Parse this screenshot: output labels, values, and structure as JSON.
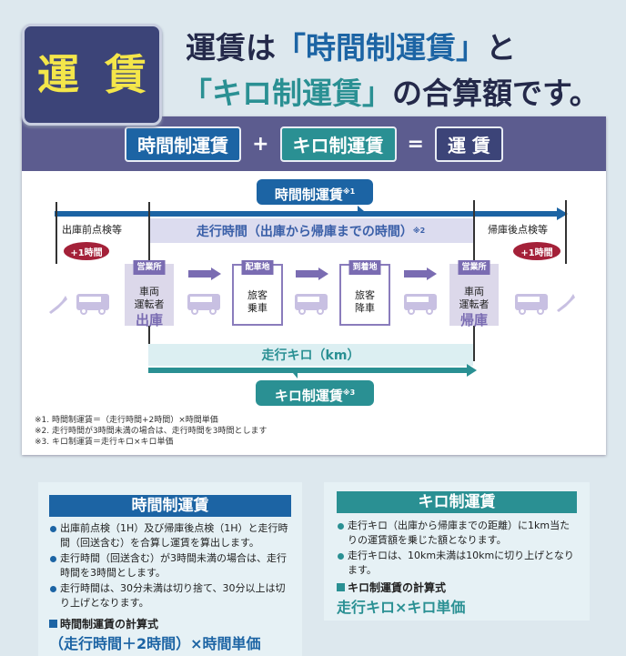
{
  "badge": "運 賃",
  "headline": {
    "l1_a": "運賃は",
    "l1_b": "「時間制運賃」",
    "l1_c": "と",
    "l2_a": "「キロ制運賃」",
    "l2_b": "の合算額です。"
  },
  "equation": {
    "time_fare": "時間制運賃",
    "plus": "+",
    "km_fare": "キロ制運賃",
    "equals": "=",
    "fare": "運 賃"
  },
  "diagram": {
    "time_fare_label": "時間制運賃",
    "time_fare_note": "※1",
    "driving_time": "走行時間（出庫から帰庫までの時間）",
    "driving_time_note": "※2",
    "pre_check": "出庫前点検等",
    "post_check": "帰庫後点検等",
    "plus_hour": "+1時間",
    "boxes": [
      {
        "tag": "営業所",
        "l1": "車両",
        "l2": "運転者",
        "big": "出庫"
      },
      {
        "tag": "配車地",
        "l1": "旅客",
        "l2": "乗車"
      },
      {
        "tag": "到着地",
        "l1": "旅客",
        "l2": "降車"
      },
      {
        "tag": "営業所",
        "l1": "車両",
        "l2": "運転者",
        "big": "帰庫"
      }
    ],
    "driving_km": "走行キロ（km）",
    "km_fare_label": "キロ制運賃",
    "km_fare_note": "※3",
    "notes": [
      "※1. 時間制運賃＝（走行時間+2時間）×時間単価",
      "※2. 走行時間が3時間未満の場合は、走行時間を3時間とします",
      "※3. キロ制運賃＝走行キロ×キロ単価"
    ]
  },
  "time_card": {
    "title": "時間制運賃",
    "bullets": [
      "出庫前点検（1H）及び帰庫後点検（1H）と走行時間（回送含む）を合算し運賃を算出します。",
      "走行時間（回送含む）が3時間未満の場合は、走行時間を3時間とします。",
      "走行時間は、30分未満は切り捨て、30分以上は切り上げとなります。"
    ],
    "formula_title": "時間制運賃の計算式",
    "formula": "（走行時間＋2時間）×時間単価"
  },
  "km_card": {
    "title": "キロ制運賃",
    "bullets": [
      "走行キロ（出庫から帰庫までの距離）に1km当たりの運賃額を乗じた額となります。",
      "走行キロは、10km未満は10kmに切り上げとなります。"
    ],
    "formula_title": "キロ制運賃の計算式",
    "formula": "走行キロ×キロ単価"
  },
  "colors": {
    "navy": "#3c4478",
    "blue": "#1c64a4",
    "teal": "#2a9093",
    "purple": "#7a6cb2",
    "red": "#a42139",
    "yellow": "#f4e64a"
  }
}
